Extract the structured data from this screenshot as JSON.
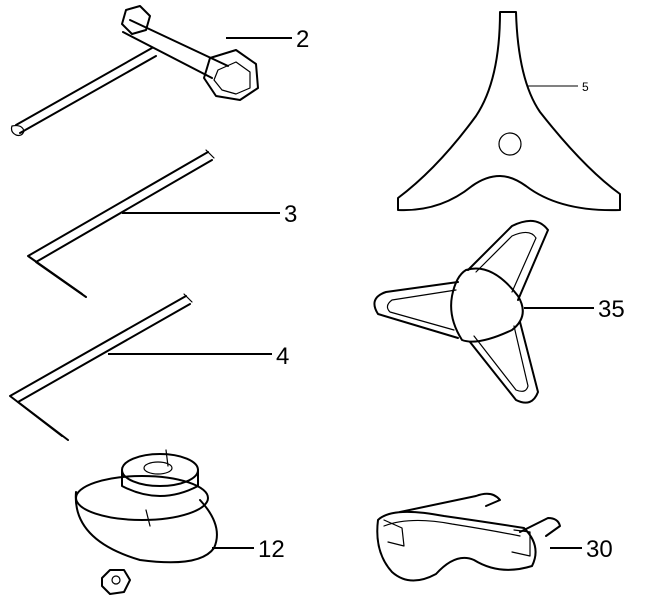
{
  "parts": [
    {
      "key": "spark_plug_wrench",
      "callout": "2"
    },
    {
      "key": "hex_key_long",
      "callout": "3"
    },
    {
      "key": "hex_key_short",
      "callout": "4"
    },
    {
      "key": "blade",
      "callout": "5"
    },
    {
      "key": "blade_guard",
      "callout": "35"
    },
    {
      "key": "trimmer_head",
      "callout": "12"
    },
    {
      "key": "safety_glasses",
      "callout": "30"
    }
  ],
  "colors": {
    "ink": "#000000",
    "paper": "#ffffff"
  }
}
